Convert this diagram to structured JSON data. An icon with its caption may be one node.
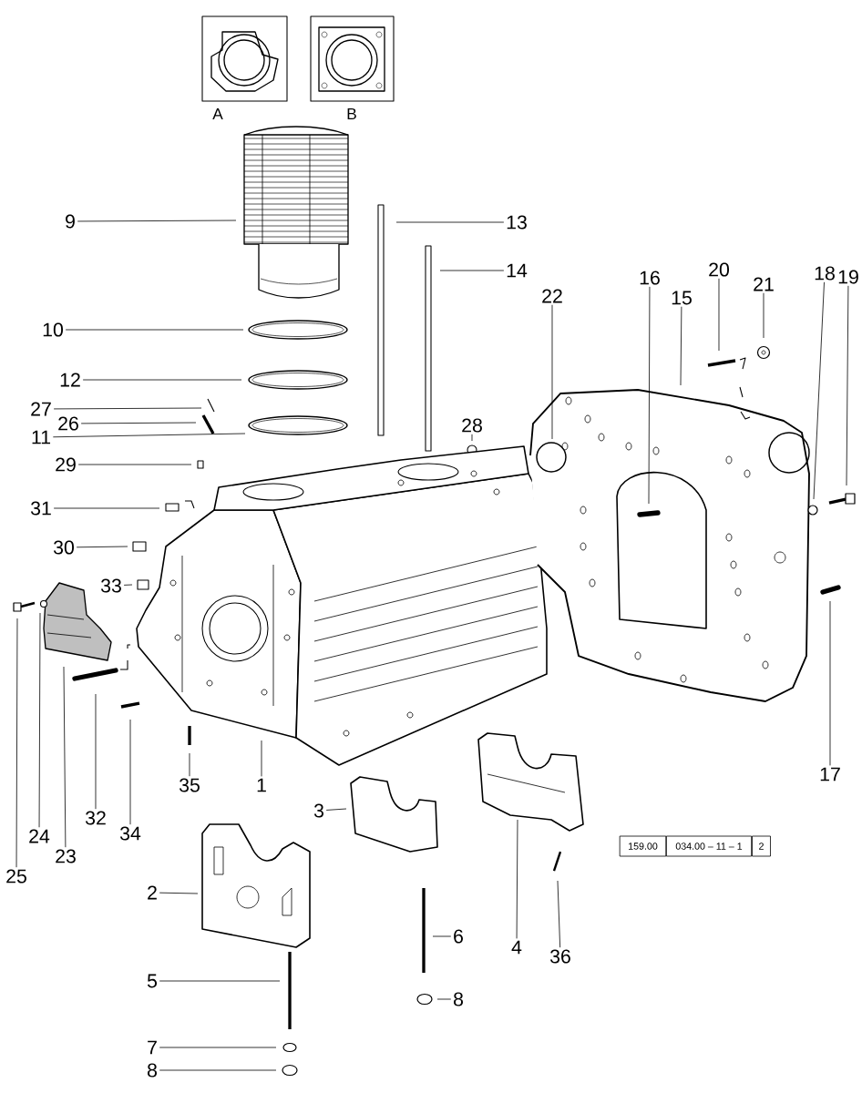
{
  "diagram": {
    "nodes": [
      {
        "text": [
          "9"
        ]
      },
      {
        "text": [
          "13"
        ]
      },
      {
        "text": [
          "14"
        ]
      },
      {
        "text": [
          "18"
        ]
      },
      {
        "text": [
          "20"
        ]
      },
      {
        "text": [
          "16"
        ]
      },
      {
        "text": [
          "19"
        ]
      },
      {
        "text": [
          "21"
        ]
      },
      {
        "text": [
          "15"
        ]
      },
      {
        "text": [
          "22"
        ]
      },
      {
        "text": [
          "10"
        ]
      },
      {
        "text": [
          "12"
        ]
      },
      {
        "text": [
          "27"
        ]
      },
      {
        "text": [
          "26"
        ]
      },
      {
        "text": [
          "11"
        ]
      },
      {
        "text": [
          "28"
        ]
      },
      {
        "text": [
          "29"
        ]
      },
      {
        "text": [
          "31"
        ]
      },
      {
        "text": [
          "30"
        ]
      },
      {
        "text": [
          "33"
        ]
      },
      {
        "text": [
          "25"
        ]
      },
      {
        "text": [
          "24"
        ]
      },
      {
        "text": [
          "23"
        ]
      },
      {
        "text": [
          "32"
        ]
      },
      {
        "text": [
          "34"
        ]
      },
      {
        "text": [
          "35"
        ]
      },
      {
        "text": [
          "1"
        ]
      },
      {
        "text": [
          "3"
        ]
      },
      {
        "text": [
          "17"
        ]
      },
      {
        "text": [
          "2"
        ]
      },
      {
        "text": [
          "4"
        ]
      },
      {
        "text": [
          "36"
        ]
      },
      {
        "text": [
          "6"
        ]
      },
      {
        "text": [
          "5"
        ]
      },
      {
        "text": [
          "8"
        ]
      },
      {
        "text": [
          "7"
        ]
      },
      {
        "text": [
          "8"
        ]
      }
    ],
    "edges": [
      {
        "from": 0,
        "to": null,
        "arrow": "none"
      },
      {
        "from": 1,
        "to": null,
        "arrow": "none"
      },
      {
        "from": 2,
        "to": null,
        "arrow": "none"
      },
      {
        "from": 3,
        "to": null,
        "arrow": "none"
      },
      {
        "from": 4,
        "to": null,
        "arrow": "none"
      },
      {
        "from": 5,
        "to": null,
        "arrow": "none"
      },
      {
        "from": 6,
        "to": null,
        "arrow": "none"
      },
      {
        "from": 7,
        "to": null,
        "arrow": "none"
      },
      {
        "from": 8,
        "to": null,
        "arrow": "none"
      },
      {
        "from": 9,
        "to": null,
        "arrow": "none"
      },
      {
        "from": 10,
        "to": null,
        "arrow": "none"
      },
      {
        "from": 11,
        "to": null,
        "arrow": "none"
      },
      {
        "from": 12,
        "to": null,
        "arrow": "none"
      },
      {
        "from": 13,
        "to": null,
        "arrow": "none"
      },
      {
        "from": 14,
        "to": null,
        "arrow": "none"
      },
      {
        "from": 15,
        "to": null,
        "arrow": "none"
      },
      {
        "from": 16,
        "to": null,
        "arrow": "none"
      },
      {
        "from": 17,
        "to": null,
        "arrow": "none"
      },
      {
        "from": 18,
        "to": null,
        "arrow": "none"
      },
      {
        "from": 19,
        "to": null,
        "arrow": "none"
      },
      {
        "from": 20,
        "to": null,
        "arrow": "none"
      },
      {
        "from": 21,
        "to": null,
        "arrow": "none"
      },
      {
        "from": 22,
        "to": null,
        "arrow": "none"
      },
      {
        "from": 23,
        "to": null,
        "arrow": "none"
      },
      {
        "from": 24,
        "to": null,
        "arrow": "none"
      },
      {
        "from": 25,
        "to": null,
        "arrow": "none"
      },
      {
        "from": 26,
        "to": null,
        "arrow": "none"
      },
      {
        "from": 27,
        "to": null,
        "arrow": "none"
      },
      {
        "from": 28,
        "to": null,
        "arrow": "none"
      },
      {
        "from": 29,
        "to": null,
        "arrow": "none"
      },
      {
        "from": 30,
        "to": null,
        "arrow": "none"
      },
      {
        "from": 31,
        "to": null,
        "arrow": "none"
      },
      {
        "from": 32,
        "to": null,
        "arrow": "none"
      },
      {
        "from": 33,
        "to": null,
        "arrow": "none"
      },
      {
        "from": 34,
        "to": null,
        "arrow": "none"
      },
      {
        "from": 35,
        "to": null,
        "arrow": "none"
      },
      {
        "from": 36,
        "to": null,
        "arrow": "none"
      }
    ],
    "labels": [
      "A",
      "B",
      "159.00",
      "034.00 – 11 – 1",
      "2"
    ]
  }
}
